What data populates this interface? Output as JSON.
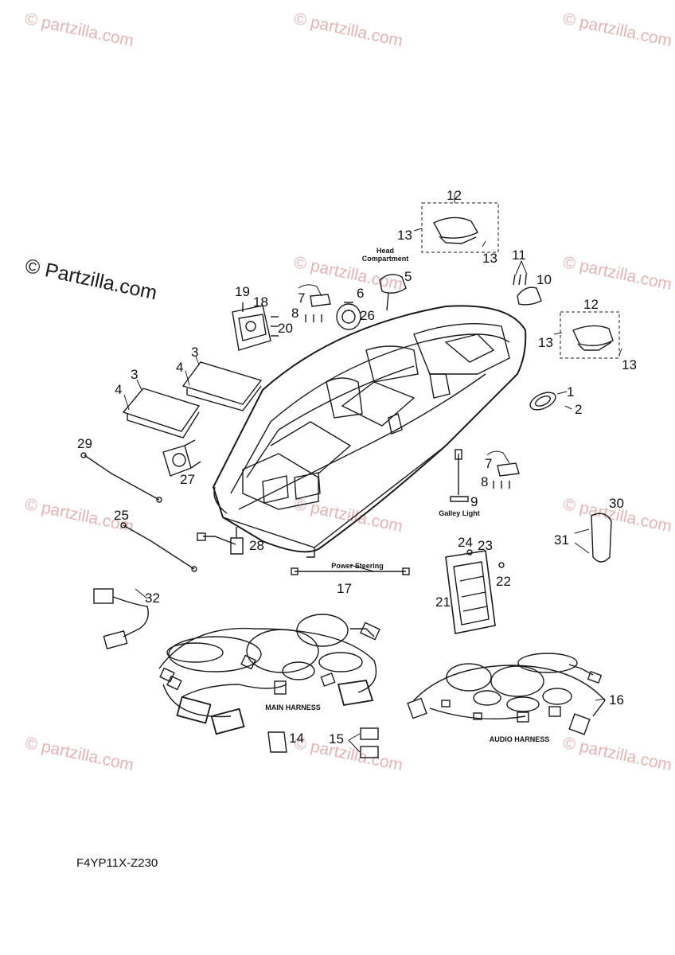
{
  "watermark": {
    "text": "© Partzilla.com",
    "faint_text": "© partzilla.com",
    "color": "#e2b4b4"
  },
  "labels": {
    "head_compartment": "Head\nCompartment",
    "galley_light": "Galley Light",
    "power_steering": "Power Steering",
    "main_harness": "MAIN HARNESS",
    "audio_harness": "AUDIO HARNESS"
  },
  "callouts": [
    "1",
    "2",
    "3",
    "3",
    "4",
    "4",
    "5",
    "6",
    "7",
    "7",
    "8",
    "8",
    "9",
    "10",
    "11",
    "12",
    "12",
    "13",
    "13",
    "13",
    "13",
    "14",
    "15",
    "16",
    "17",
    "18",
    "19",
    "20",
    "21",
    "22",
    "23",
    "24",
    "25",
    "26",
    "27",
    "28",
    "29",
    "30",
    "31",
    "32"
  ],
  "diagram_code": "F4YP11X-Z230"
}
